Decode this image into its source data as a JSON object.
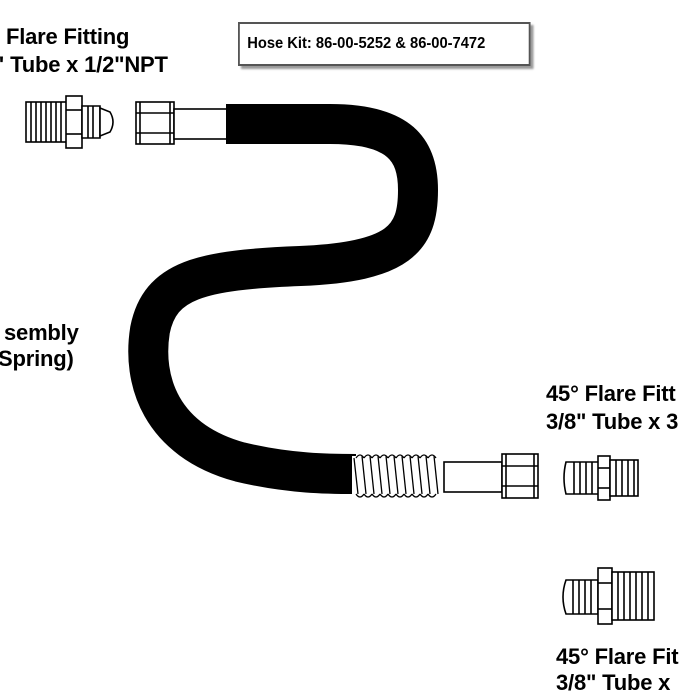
{
  "kit": {
    "title": "Hose Kit: 86-00-5252 & 86-00-7472"
  },
  "labels": {
    "top_left": {
      "line1": "Flare Fitting",
      "line2": "\" Tube x 1/2\"NPT"
    },
    "mid_left": {
      "line1": "sembly",
      "line2": "Spring)"
    },
    "right_mid": {
      "line1": "45° Flare Fitt",
      "line2": "3/8\" Tube x 3"
    },
    "right_bottom": {
      "line1": "45° Flare Fit",
      "line2": "3/8\" Tube x"
    }
  },
  "icons": [
    "male-npt-fitting-icon",
    "flare-nut-icon",
    "hose-icon",
    "spring-guard-icon",
    "male-flare-fitting-icon"
  ],
  "colors": {
    "hose": "#000000",
    "line": "#000000",
    "box_border": "#555555",
    "shadow": "#9a9a9a"
  }
}
